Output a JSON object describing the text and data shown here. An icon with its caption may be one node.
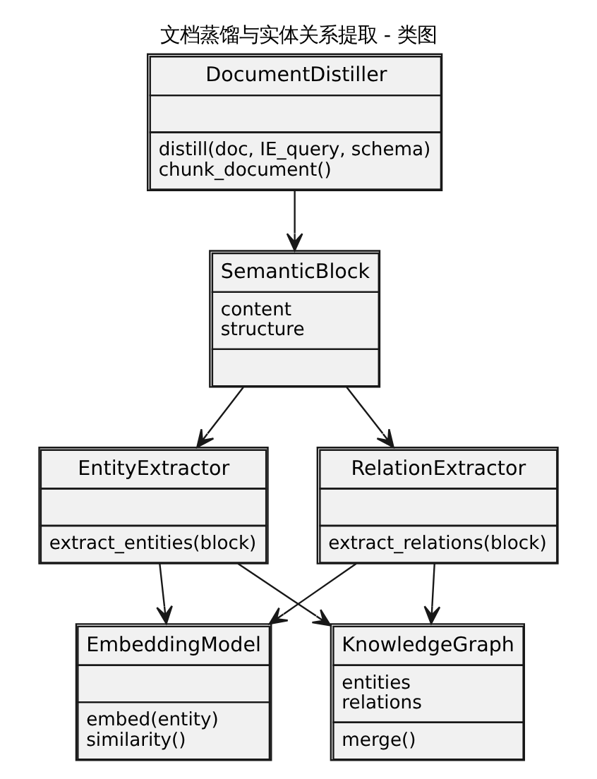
{
  "diagram": {
    "title": "文档蒸馏与实体关系提取 - 类图",
    "nodes": [
      {
        "text": [
          "DocumentDistiller",
          "distill(doc, IE_query, schema)",
          "chunk_document()"
        ]
      },
      {
        "text": [
          "SemanticBlock",
          "content",
          "structure"
        ]
      },
      {
        "text": [
          "EntityExtractor",
          "extract_entities(block)"
        ]
      },
      {
        "text": [
          "RelationExtractor",
          "extract_relations(block)"
        ]
      },
      {
        "text": [
          "EmbeddingModel",
          "embed(entity)",
          "similarity()"
        ]
      },
      {
        "text": [
          "KnowledgeGraph",
          "entities",
          "relations",
          "merge()"
        ]
      }
    ],
    "edges": [
      {
        "from": 0,
        "to": 1,
        "arrow": "to"
      },
      {
        "from": 1,
        "to": 2,
        "arrow": "to"
      },
      {
        "from": 1,
        "to": 3,
        "arrow": "to"
      },
      {
        "from": 2,
        "to": 4,
        "arrow": "to"
      },
      {
        "from": 2,
        "to": 5,
        "arrow": "to"
      },
      {
        "from": 3,
        "to": 4,
        "arrow": "to"
      },
      {
        "from": 3,
        "to": 5,
        "arrow": "to"
      }
    ]
  }
}
